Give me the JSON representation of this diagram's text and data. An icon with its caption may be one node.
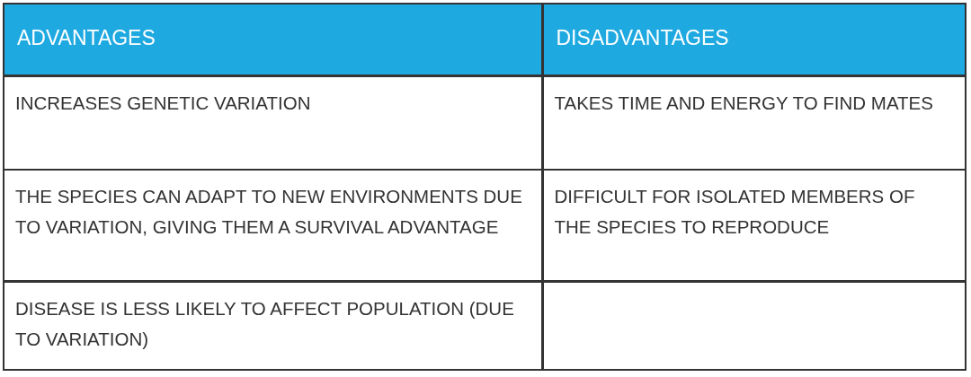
{
  "diagram": {
    "labels": [
      "ADVANTAGES",
      "DISADVANTAGES",
      "INCREASES GENETIC VARIATION",
      "TAKES TIME AND ENERGY TO FIND MATES",
      "THE SPECIES CAN ADAPT TO NEW ENVIRONMENTS DUE TO VARIATION, GIVING THEM A SURVIVAL ADVANTAGE",
      "DIFFICULT FOR ISOLATED MEMBERS OF THE SPECIES TO REPRODUCE",
      "DISEASE IS LESS LIKELY TO AFFECT POPULATION (DUE TO VARIATION)"
    ]
  }
}
